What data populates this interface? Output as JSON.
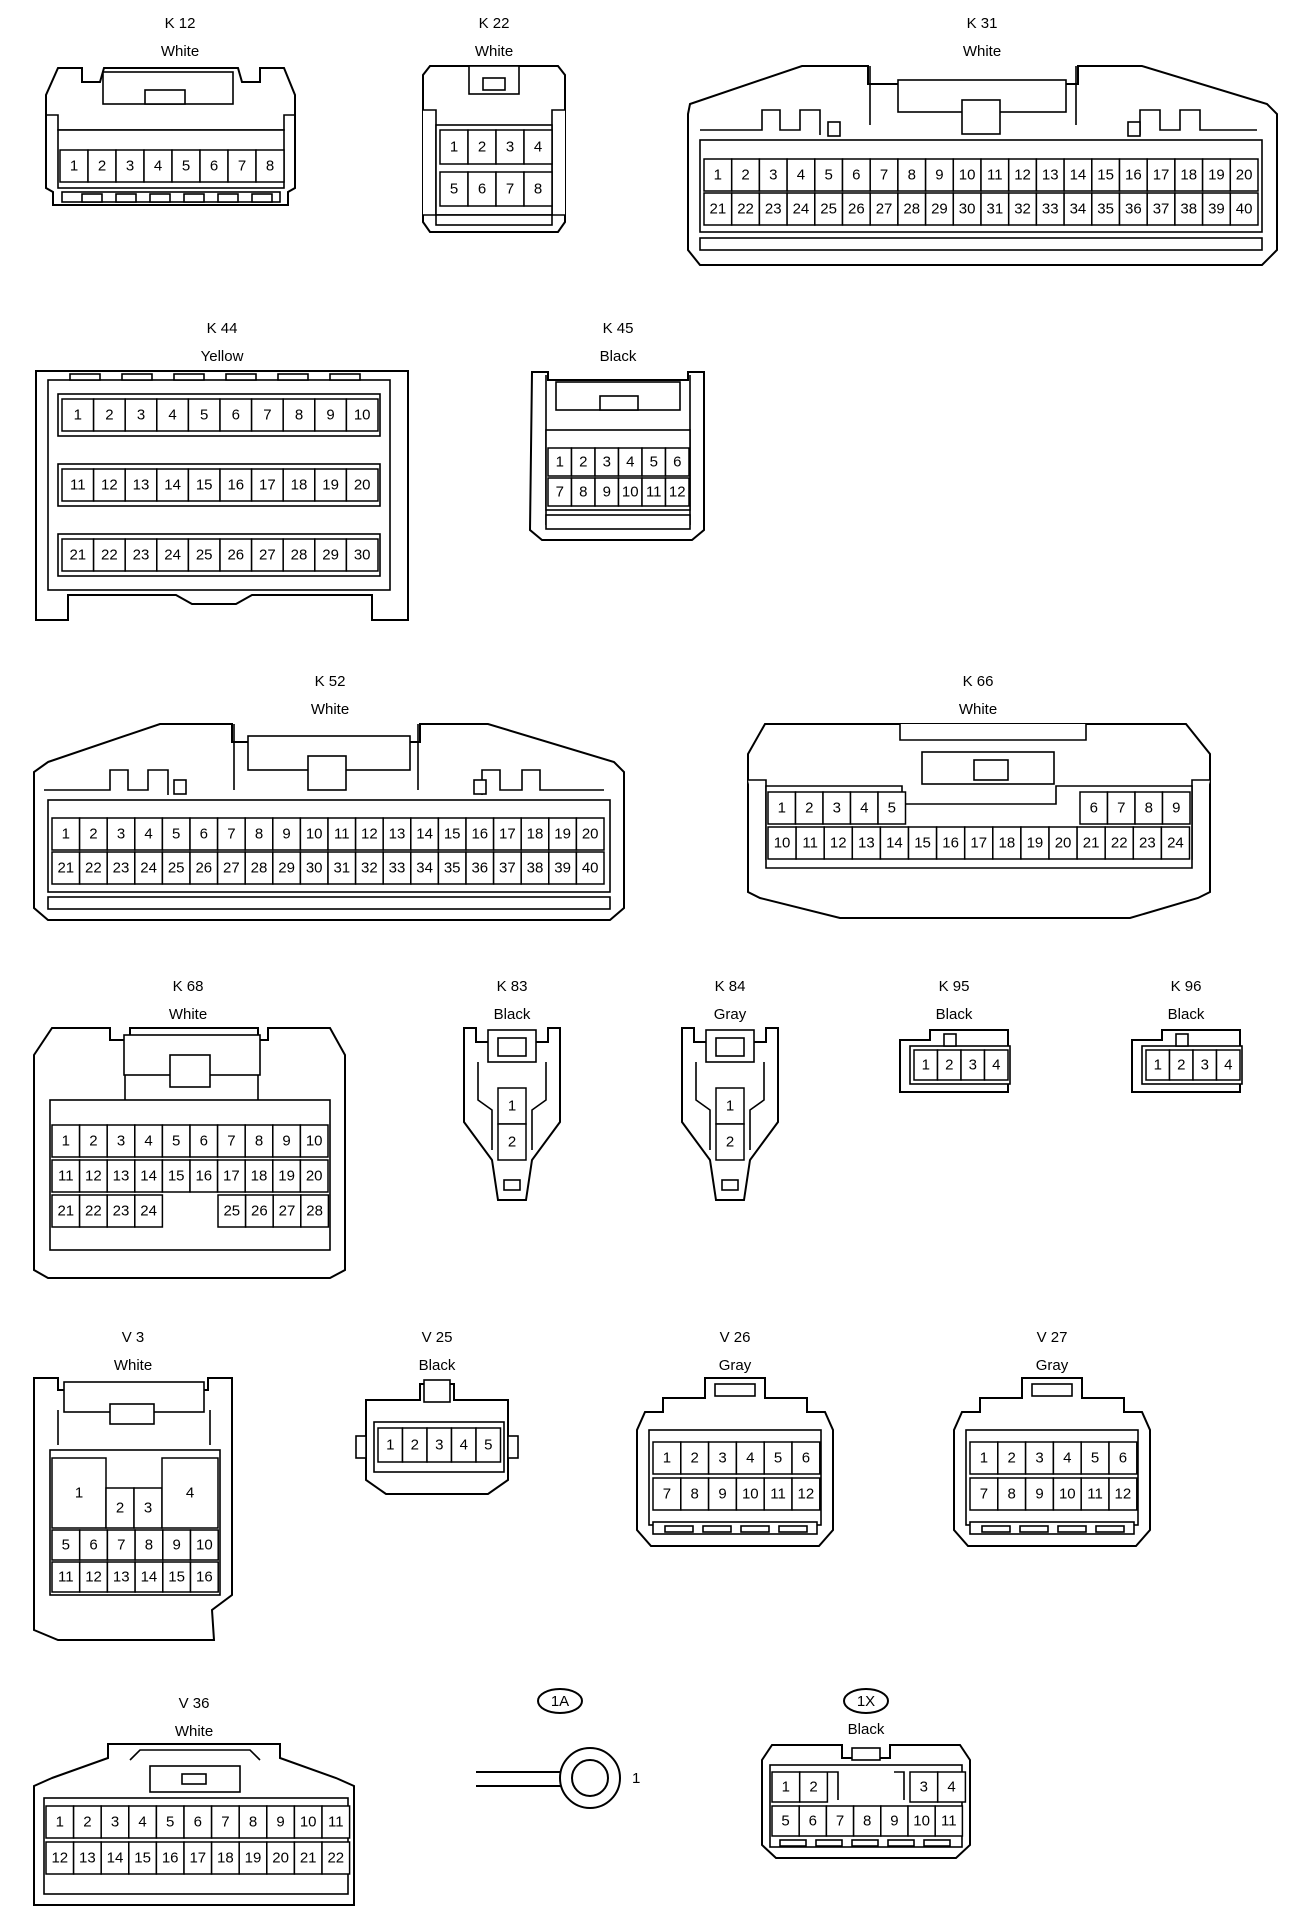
{
  "connectors": [
    {
      "id": "K12",
      "name": "K 12",
      "color": "White",
      "pins": [
        "1",
        "2",
        "3",
        "4",
        "5",
        "6",
        "7",
        "8"
      ]
    },
    {
      "id": "K22",
      "name": "K 22",
      "color": "White",
      "pins": [
        "1",
        "2",
        "3",
        "4",
        "5",
        "6",
        "7",
        "8"
      ]
    },
    {
      "id": "K31",
      "name": "K 31",
      "color": "White",
      "pins": [
        "1",
        "2",
        "3",
        "4",
        "5",
        "6",
        "7",
        "8",
        "9",
        "10",
        "11",
        "12",
        "13",
        "14",
        "15",
        "16",
        "17",
        "18",
        "19",
        "20",
        "21",
        "22",
        "23",
        "24",
        "25",
        "26",
        "27",
        "28",
        "29",
        "30",
        "31",
        "32",
        "33",
        "34",
        "35",
        "36",
        "37",
        "38",
        "39",
        "40"
      ]
    },
    {
      "id": "K44",
      "name": "K 44",
      "color": "Yellow",
      "pins": [
        "1",
        "2",
        "3",
        "4",
        "5",
        "6",
        "7",
        "8",
        "9",
        "10",
        "11",
        "12",
        "13",
        "14",
        "15",
        "16",
        "17",
        "18",
        "19",
        "20",
        "21",
        "22",
        "23",
        "24",
        "25",
        "26",
        "27",
        "28",
        "29",
        "30"
      ]
    },
    {
      "id": "K45",
      "name": "K 45",
      "color": "Black",
      "pins": [
        "1",
        "2",
        "3",
        "4",
        "5",
        "6",
        "7",
        "8",
        "9",
        "10",
        "11",
        "12"
      ]
    },
    {
      "id": "K52",
      "name": "K 52",
      "color": "White",
      "pins": [
        "1",
        "2",
        "3",
        "4",
        "5",
        "6",
        "7",
        "8",
        "9",
        "10",
        "11",
        "12",
        "13",
        "14",
        "15",
        "16",
        "17",
        "18",
        "19",
        "20",
        "21",
        "22",
        "23",
        "24",
        "25",
        "26",
        "27",
        "28",
        "29",
        "30",
        "31",
        "32",
        "33",
        "34",
        "35",
        "36",
        "37",
        "38",
        "39",
        "40"
      ]
    },
    {
      "id": "K66",
      "name": "K 66",
      "color": "White",
      "pins": [
        "1",
        "2",
        "3",
        "4",
        "5",
        "6",
        "7",
        "8",
        "9",
        "10",
        "11",
        "12",
        "13",
        "14",
        "15",
        "16",
        "17",
        "18",
        "19",
        "20",
        "21",
        "22",
        "23",
        "24"
      ]
    },
    {
      "id": "K68",
      "name": "K 68",
      "color": "White",
      "pins": [
        "1",
        "2",
        "3",
        "4",
        "5",
        "6",
        "7",
        "8",
        "9",
        "10",
        "11",
        "12",
        "13",
        "14",
        "15",
        "16",
        "17",
        "18",
        "19",
        "20",
        "21",
        "22",
        "23",
        "24",
        "25",
        "26",
        "27",
        "28"
      ]
    },
    {
      "id": "K83",
      "name": "K 83",
      "color": "Black",
      "pins": [
        "1",
        "2"
      ]
    },
    {
      "id": "K84",
      "name": "K 84",
      "color": "Gray",
      "pins": [
        "1",
        "2"
      ]
    },
    {
      "id": "K95",
      "name": "K 95",
      "color": "Black",
      "pins": [
        "1",
        "2",
        "3",
        "4"
      ]
    },
    {
      "id": "K96",
      "name": "K 96",
      "color": "Black",
      "pins": [
        "1",
        "2",
        "3",
        "4"
      ]
    },
    {
      "id": "V3",
      "name": "V 3",
      "color": "White",
      "pins": [
        "1",
        "2",
        "3",
        "4",
        "5",
        "6",
        "7",
        "8",
        "9",
        "10",
        "11",
        "12",
        "13",
        "14",
        "15",
        "16"
      ]
    },
    {
      "id": "V25",
      "name": "V 25",
      "color": "Black",
      "pins": [
        "1",
        "2",
        "3",
        "4",
        "5"
      ]
    },
    {
      "id": "V26",
      "name": "V 26",
      "color": "Gray",
      "pins": [
        "1",
        "2",
        "3",
        "4",
        "5",
        "6",
        "7",
        "8",
        "9",
        "10",
        "11",
        "12"
      ]
    },
    {
      "id": "V27",
      "name": "V 27",
      "color": "Gray",
      "pins": [
        "1",
        "2",
        "3",
        "4",
        "5",
        "6",
        "7",
        "8",
        "9",
        "10",
        "11",
        "12"
      ]
    },
    {
      "id": "V36",
      "name": "V 36",
      "color": "White",
      "pins": [
        "1",
        "2",
        "3",
        "4",
        "5",
        "6",
        "7",
        "8",
        "9",
        "10",
        "11",
        "12",
        "13",
        "14",
        "15",
        "16",
        "17",
        "18",
        "19",
        "20",
        "21",
        "22"
      ]
    },
    {
      "id": "1A",
      "name": "1A",
      "color": "",
      "pins": [
        "1"
      ]
    },
    {
      "id": "1X",
      "name": "1X",
      "color": "Black",
      "pins": [
        "1",
        "2",
        "3",
        "4",
        "5",
        "6",
        "7",
        "8",
        "9",
        "10",
        "11"
      ]
    }
  ]
}
